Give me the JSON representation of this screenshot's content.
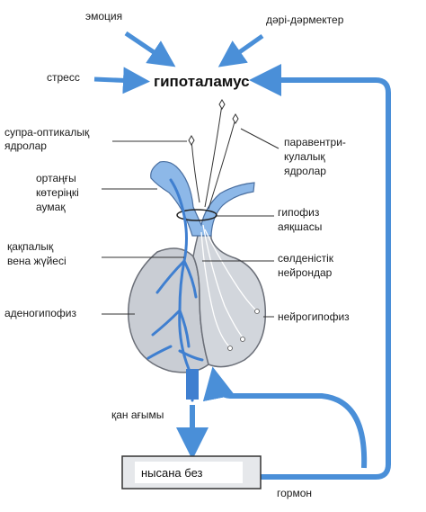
{
  "diagram": {
    "center_label": "гипоталамус",
    "inputs": {
      "emotion": "эмоция",
      "drugs": "дәрі-дәрмектер",
      "stress": "стресс"
    },
    "left_labels": {
      "supraoptic_line1": "супра-оптикалық",
      "supraoptic_line2": "ядролар",
      "median_eminence_line1": "ортаңғы",
      "median_eminence_line2": "көтеріңкі",
      "median_eminence_line3": "аумақ",
      "portal_line1": "қақпалық",
      "portal_line2": "вена жүйесі",
      "adenohypophysis": "аденогипофиз",
      "blood_flow": "қан ағымы"
    },
    "right_labels": {
      "paraventricular_line1": "паравентри-",
      "paraventricular_line2": "кулалық",
      "paraventricular_line3": "ядролар",
      "stalk_line1": "гипофиз",
      "stalk_line2": "аяқшасы",
      "neurons_line1": "сөлденістік",
      "neurons_line2": "нейрондар",
      "neurohypophysis": "нейрогипофиз",
      "hormone": "гормон"
    },
    "target_gland": "нысана без",
    "colors": {
      "arrow": "#4a8fd8",
      "vessel": "#3f7fd0",
      "gland_fill": "#c9cdd4",
      "gland_stroke": "#6b6f78",
      "stalk_fill": "#8db8e8"
    }
  }
}
